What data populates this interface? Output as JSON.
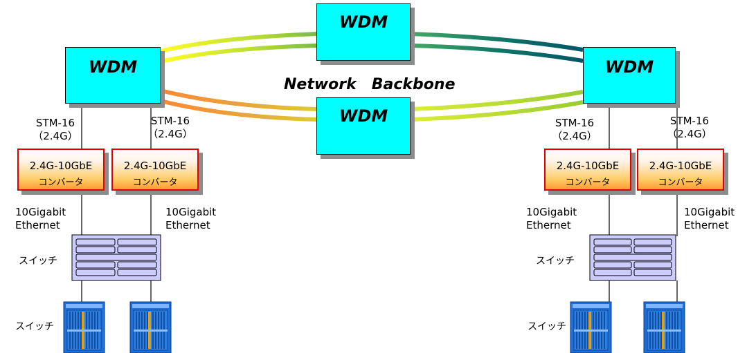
{
  "backbone": {
    "label": "Network　Backbone"
  },
  "wdm": {
    "label": "WDM"
  },
  "link_label": {
    "line1": "STM-16",
    "line2": "（2.4G）"
  },
  "converter": {
    "line1": "2.4G-10GbE",
    "line2": "コンバータ"
  },
  "ethernet_label": {
    "line1": "10Gigabit",
    "line2": "Ethernet"
  },
  "switch_label": "スイッチ",
  "colors": {
    "wdm_fill": "#00ffff",
    "converter_border": "#e00000",
    "switch_fill": "#ccccff",
    "chassis_fill": "#1e6fd9",
    "shadow": "#8c8c8c",
    "ring_gradient": [
      "#ffff33",
      "#99cc33",
      "#339966",
      "#006666",
      "#ff9933"
    ]
  }
}
